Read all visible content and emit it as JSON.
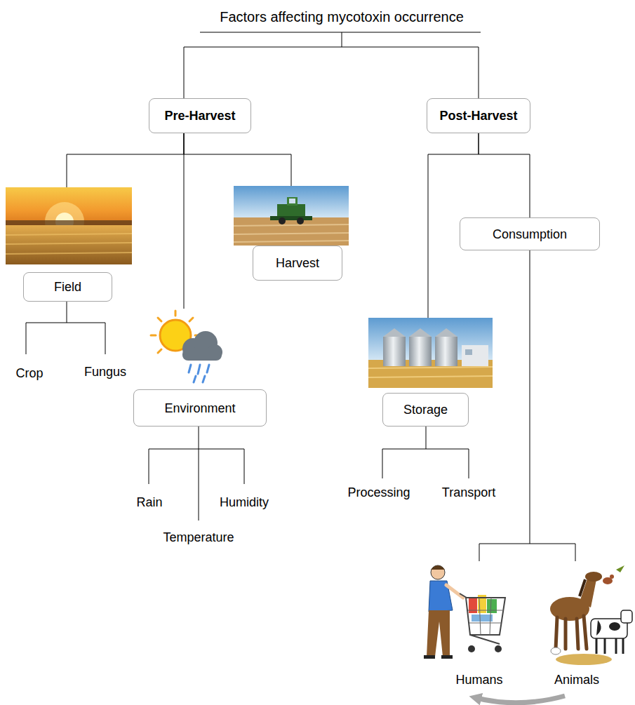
{
  "diagram": {
    "title": "Factors affecting mycotoxin occurrence",
    "nodes": [
      {
        "text": [
          "Pre-Harvest"
        ]
      },
      {
        "text": [
          "Post-Harvest"
        ]
      },
      {
        "text": [
          "Field"
        ]
      },
      {
        "text": [
          "Harvest"
        ]
      },
      {
        "text": [
          "Consumption"
        ]
      },
      {
        "text": [
          "Environment"
        ]
      },
      {
        "text": [
          "Storage"
        ]
      }
    ],
    "edges": [
      {
        "from": 0,
        "to": 2,
        "arrow": "none"
      },
      {
        "from": 0,
        "to": 5,
        "arrow": "none"
      },
      {
        "from": 0,
        "to": 3,
        "arrow": "none"
      },
      {
        "from": 1,
        "to": 6,
        "arrow": "none"
      },
      {
        "from": 1,
        "to": 4,
        "arrow": "none"
      }
    ],
    "labels": [
      "Crop",
      "Fungus",
      "Rain",
      "Humidity",
      "Temperature",
      "Processing",
      "Transport",
      "Humans",
      "Animals"
    ]
  }
}
